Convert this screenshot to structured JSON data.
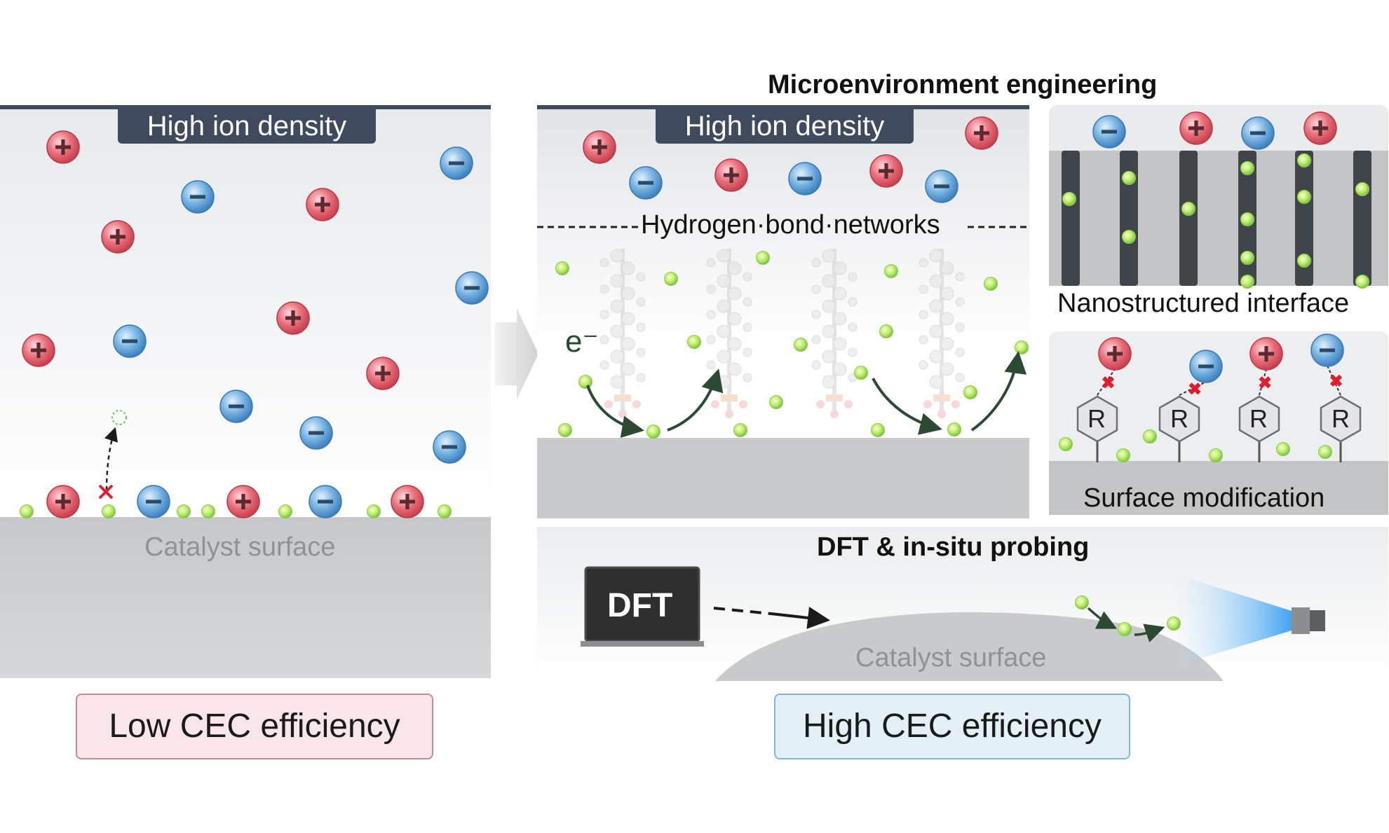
{
  "title": "Microenvironment engineering",
  "left_panel": {
    "ion_label": "High ion density",
    "surface_label": "Catalyst surface",
    "efficiency_label": "Low CEC efficiency"
  },
  "middle_panel": {
    "ion_label": "High ion density",
    "network_label": "Hydrogen·bond·networks",
    "electron_label": "e⁻"
  },
  "nano_panel": {
    "caption": "Nanostructured interface"
  },
  "surface_mod_panel": {
    "caption": "Surface modification",
    "group_symbol": "R"
  },
  "dft_panel": {
    "title": "DFT & in-situ probing",
    "screen_label": "DFT",
    "surface_label": "Catalyst surface"
  },
  "right_efficiency_label": "High CEC efficiency",
  "colors": {
    "cation": "#e05a66",
    "anion": "#5c9fd6",
    "adsorbate": "#a6e36a",
    "substrate": "#c8cacc",
    "tag": "#3f4a5c",
    "arrow": "#2c4a33",
    "low_box": "#f8e6ea",
    "high_box": "#e3f1f7"
  }
}
